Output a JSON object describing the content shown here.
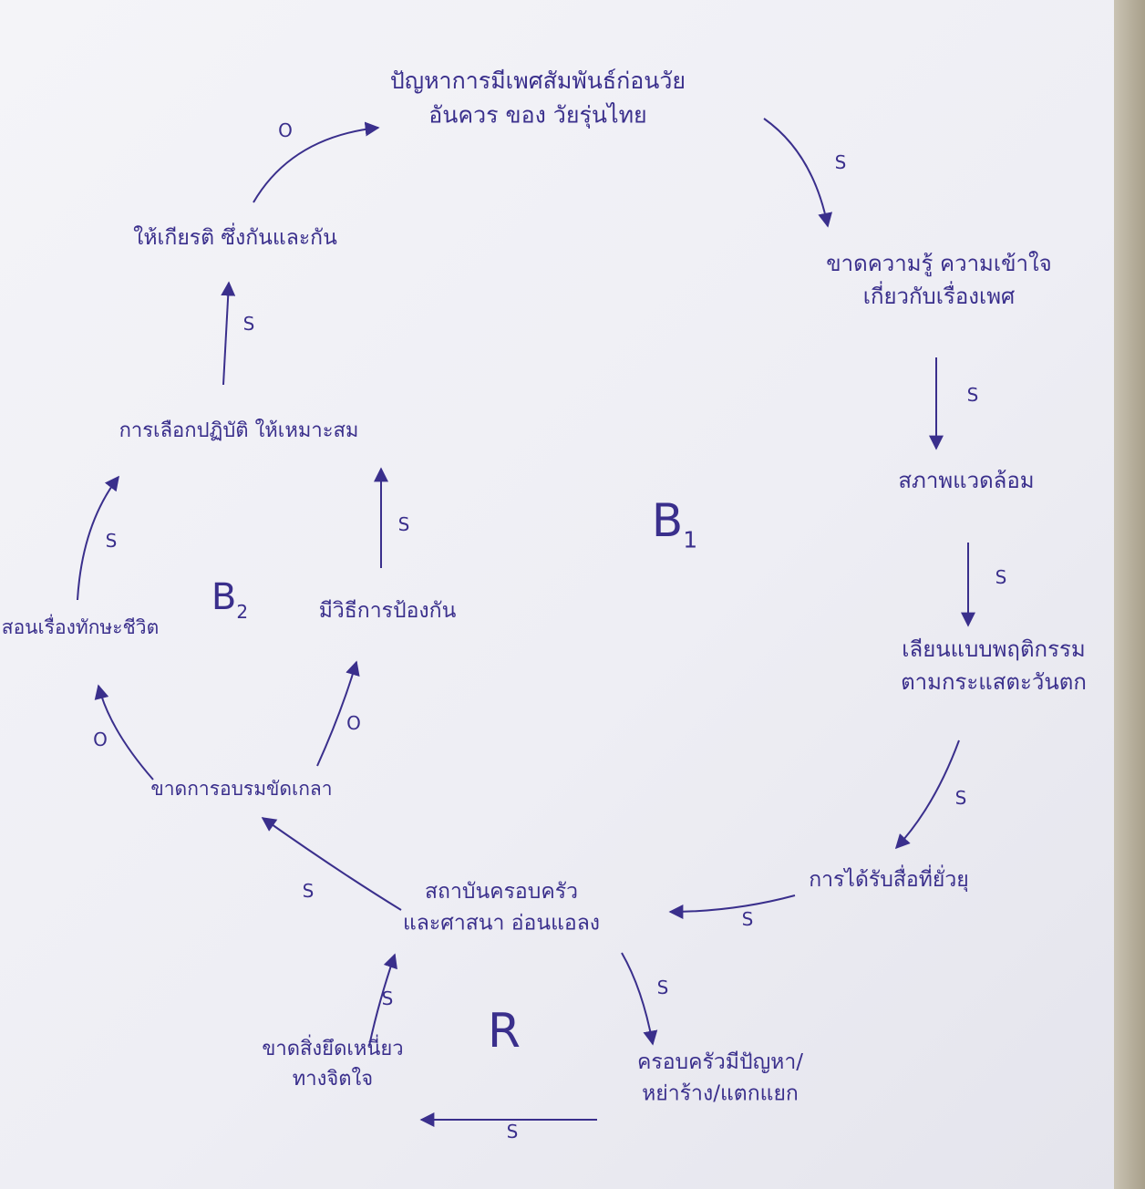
{
  "colors": {
    "ink": "#3a2f8c",
    "paper": "#f1f1f6",
    "edge": "#b3ab96"
  },
  "nodes": [
    {
      "id": "teen_sex",
      "lines": [
        "ปัญหาการมีเพศสัมพันธ์ก่อนวัย",
        "อันควร ของ วัยรุ่นไทย"
      ]
    },
    {
      "id": "lack_knowledge",
      "lines": [
        "ขาดความรู้ ความเข้าใจ",
        "เกี่ยวกับเรื่องเพศ"
      ]
    },
    {
      "id": "environment",
      "lines": [
        "สภาพแวดล้อม"
      ]
    },
    {
      "id": "imitate_west",
      "lines": [
        "เลียนแบบพฤติกรรม",
        "ตามกระแสตะวันตก"
      ]
    },
    {
      "id": "media",
      "lines": [
        "การได้รับสื่อที่ยั่วยุ"
      ]
    },
    {
      "id": "family_religion",
      "lines": [
        "สถาบันครอบครัว",
        "และศาสนา อ่อนแอลง"
      ]
    },
    {
      "id": "family_problems",
      "lines": [
        "ครอบครัวมีปัญหา/",
        "หย่าร้าง/แตกแยก"
      ]
    },
    {
      "id": "no_anchor",
      "lines": [
        "ขาดสิ่งยึดเหนี่ยว",
        "ทางจิตใจ"
      ]
    },
    {
      "id": "lack_training",
      "lines": [
        "ขาดการอบรมขัดเกลา"
      ]
    },
    {
      "id": "life_skills",
      "lines": [
        "สอนเรื่องทักษะชีวิต"
      ]
    },
    {
      "id": "protection",
      "lines": [
        "มีวิธีการป้องกัน"
      ]
    },
    {
      "id": "proper_behavior",
      "lines": [
        "การเลือกปฏิบัติ ให้เหมาะสม"
      ]
    },
    {
      "id": "honor",
      "lines": [
        "ให้เกียรติ ซึ่งกันและกัน"
      ]
    }
  ],
  "links": [
    {
      "from": "honor",
      "to": "teen_sex",
      "polarity": "O"
    },
    {
      "from": "teen_sex",
      "to": "lack_knowledge",
      "polarity": "S"
    },
    {
      "from": "lack_knowledge",
      "to": "environment",
      "polarity": "S"
    },
    {
      "from": "environment",
      "to": "imitate_west",
      "polarity": "S"
    },
    {
      "from": "imitate_west",
      "to": "media",
      "polarity": "S"
    },
    {
      "from": "media",
      "to": "family_religion",
      "polarity": "S"
    },
    {
      "from": "family_religion",
      "to": "family_problems",
      "polarity": "S"
    },
    {
      "from": "family_problems",
      "to": "no_anchor",
      "polarity": "S"
    },
    {
      "from": "no_anchor",
      "to": "family_religion",
      "polarity": "S"
    },
    {
      "from": "family_religion",
      "to": "lack_training",
      "polarity": "S"
    },
    {
      "from": "lack_training",
      "to": "life_skills",
      "polarity": "O"
    },
    {
      "from": "lack_training",
      "to": "protection",
      "polarity": "O"
    },
    {
      "from": "life_skills",
      "to": "proper_behavior",
      "polarity": "S"
    },
    {
      "from": "protection",
      "to": "proper_behavior",
      "polarity": "S"
    },
    {
      "from": "proper_behavior",
      "to": "honor",
      "polarity": "S"
    }
  ],
  "loops": [
    {
      "id": "B1",
      "letter": "B",
      "sub": "1"
    },
    {
      "id": "B2",
      "letter": "B",
      "sub": "2"
    },
    {
      "id": "R",
      "letter": "R",
      "sub": ""
    }
  ]
}
